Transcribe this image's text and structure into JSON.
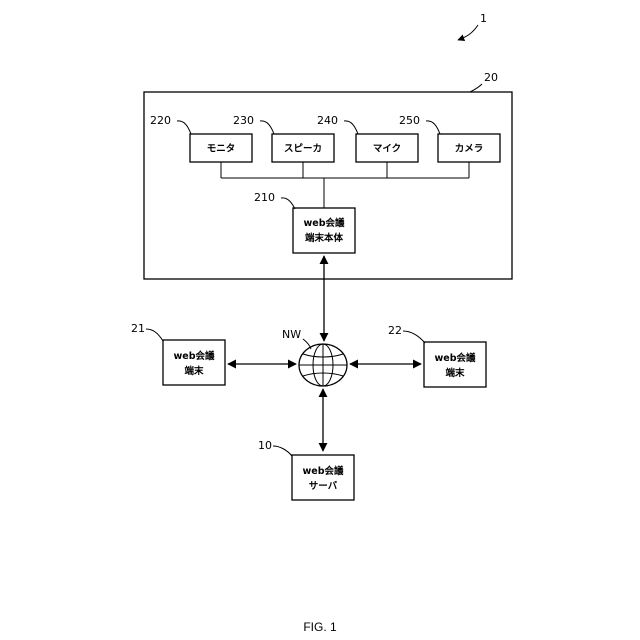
{
  "figure_number": "1",
  "caption": "FIG. 1",
  "system": {
    "ref": "20",
    "main_unit": {
      "ref": "210",
      "line1": "web会議",
      "line2": "端末本体"
    },
    "peripherals": [
      {
        "ref": "220",
        "label": "モニタ"
      },
      {
        "ref": "230",
        "label": "スピーカ"
      },
      {
        "ref": "240",
        "label": "マイク"
      },
      {
        "ref": "250",
        "label": "カメラ"
      }
    ]
  },
  "network": {
    "label": "NW"
  },
  "terminal_left": {
    "ref": "21",
    "line1": "web会議",
    "line2": "端末"
  },
  "terminal_right": {
    "ref": "22",
    "line1": "web会議",
    "line2": "端末"
  },
  "server": {
    "ref": "10",
    "line1": "web会議",
    "line2": "サーバ"
  }
}
